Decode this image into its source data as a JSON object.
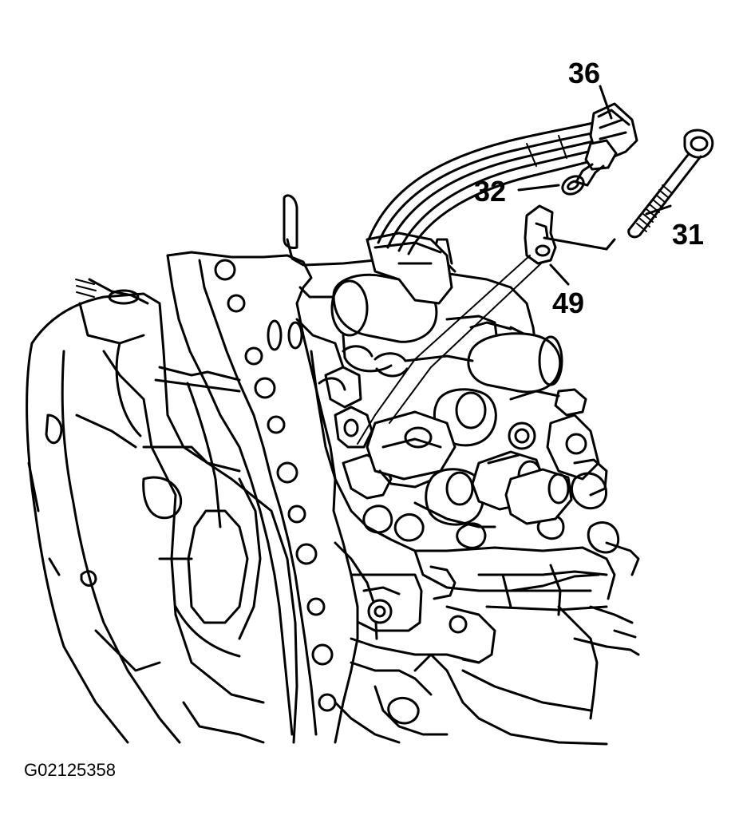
{
  "callouts": {
    "c36": "36",
    "c32": "32",
    "c31": "31",
    "c49": "49"
  },
  "figure_id": "G02125358",
  "colors": {
    "ink": "#000000",
    "paper": "#ffffff"
  }
}
